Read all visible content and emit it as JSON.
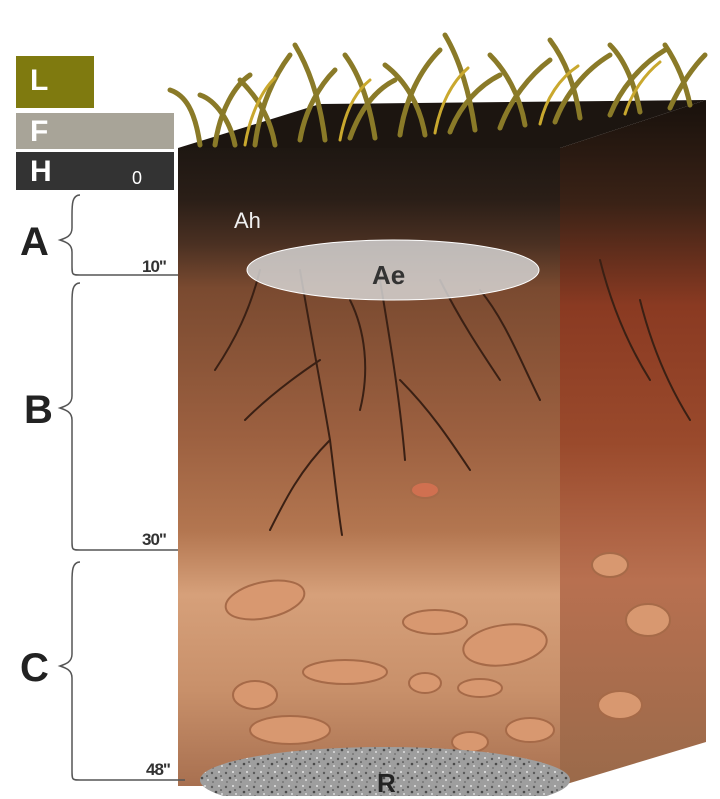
{
  "legend": [
    {
      "letter": "L",
      "color": "#7f7a0f"
    },
    {
      "letter": "F",
      "color": "#a8a498"
    },
    {
      "letter": "H",
      "color": "#333333",
      "value": "0"
    }
  ],
  "horizons": [
    "A",
    "B",
    "C"
  ],
  "depths": [
    "10\"",
    "30\"",
    "48\""
  ],
  "sublayers": {
    "ah": "Ah",
    "ae": "Ae",
    "r": "R"
  },
  "colors": {
    "grass": "#8a7a28",
    "dark_soil": "#241b14",
    "topsoil": "#3f2a1c",
    "subsoil": "#9a5e3c",
    "parent_material": "#c8936e",
    "eluvial_oval": "#d9d9d9",
    "bedrock": "#9c9c9c"
  }
}
